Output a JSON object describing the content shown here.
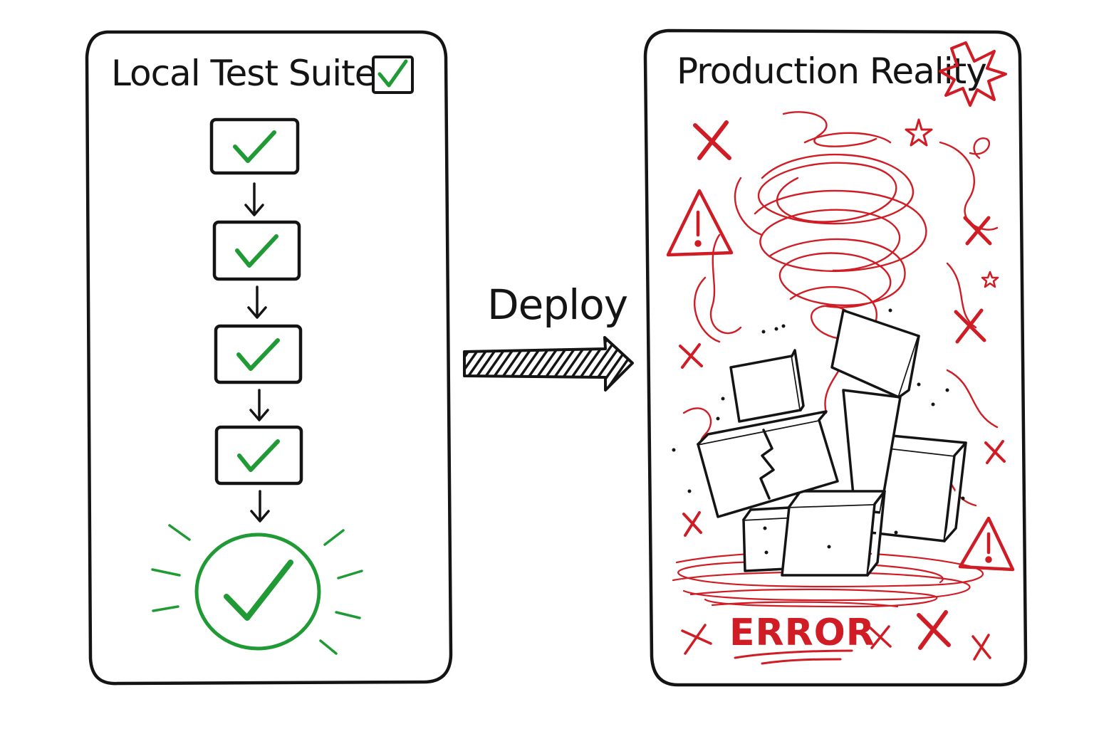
{
  "left_panel": {
    "title": "Local Test Suite",
    "steps": [
      {
        "status": "passed"
      },
      {
        "status": "passed"
      },
      {
        "status": "passed"
      },
      {
        "status": "passed"
      }
    ],
    "final_result": "passed"
  },
  "transition": {
    "label": "Deploy"
  },
  "right_panel": {
    "title": "Production Reality",
    "error_text": "ERROR"
  },
  "colors": {
    "ink": "#141414",
    "success": "#1f9a35",
    "error": "#d01c24",
    "background": "#ffffff"
  },
  "icons": [
    "check-box-icon",
    "check-icon",
    "arrow-down-icon",
    "success-circle-icon",
    "deploy-arrow-icon",
    "explosion-icon",
    "x-mark-icon",
    "warning-triangle-icon",
    "star-icon",
    "broken-block-icon"
  ]
}
